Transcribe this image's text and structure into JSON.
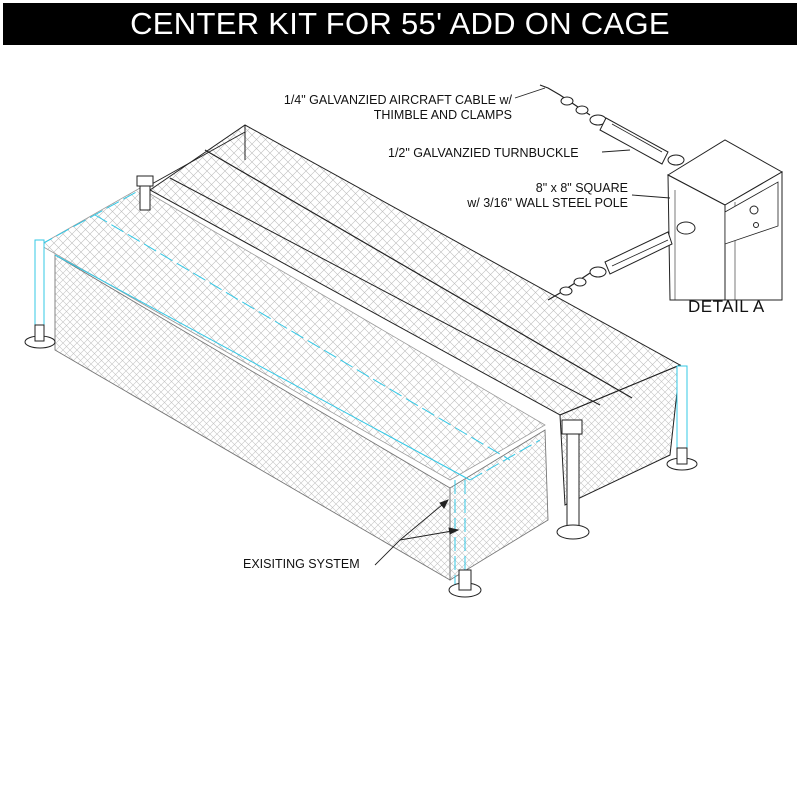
{
  "title": "CENTER KIT FOR 55' ADD ON CAGE",
  "callouts": {
    "cable_line1": "1/4\" GALVANZIED AIRCRAFT CABLE w/",
    "cable_line2": "THIMBLE AND CLAMPS",
    "turnbuckle": "1/2\" GALVANZIED TURNBUCKLE",
    "pole_line1": "8\" x 8\" SQUARE",
    "pole_line2": "w/ 3/16\" WALL STEEL POLE",
    "detail": "DETAIL  A",
    "existing": "EXISITING SYSTEM"
  },
  "colors": {
    "line": "#222222",
    "mesh": "#b8b8b8",
    "existing": "#33c8e6",
    "title_bg": "#000000",
    "title_fg": "#ffffff"
  }
}
